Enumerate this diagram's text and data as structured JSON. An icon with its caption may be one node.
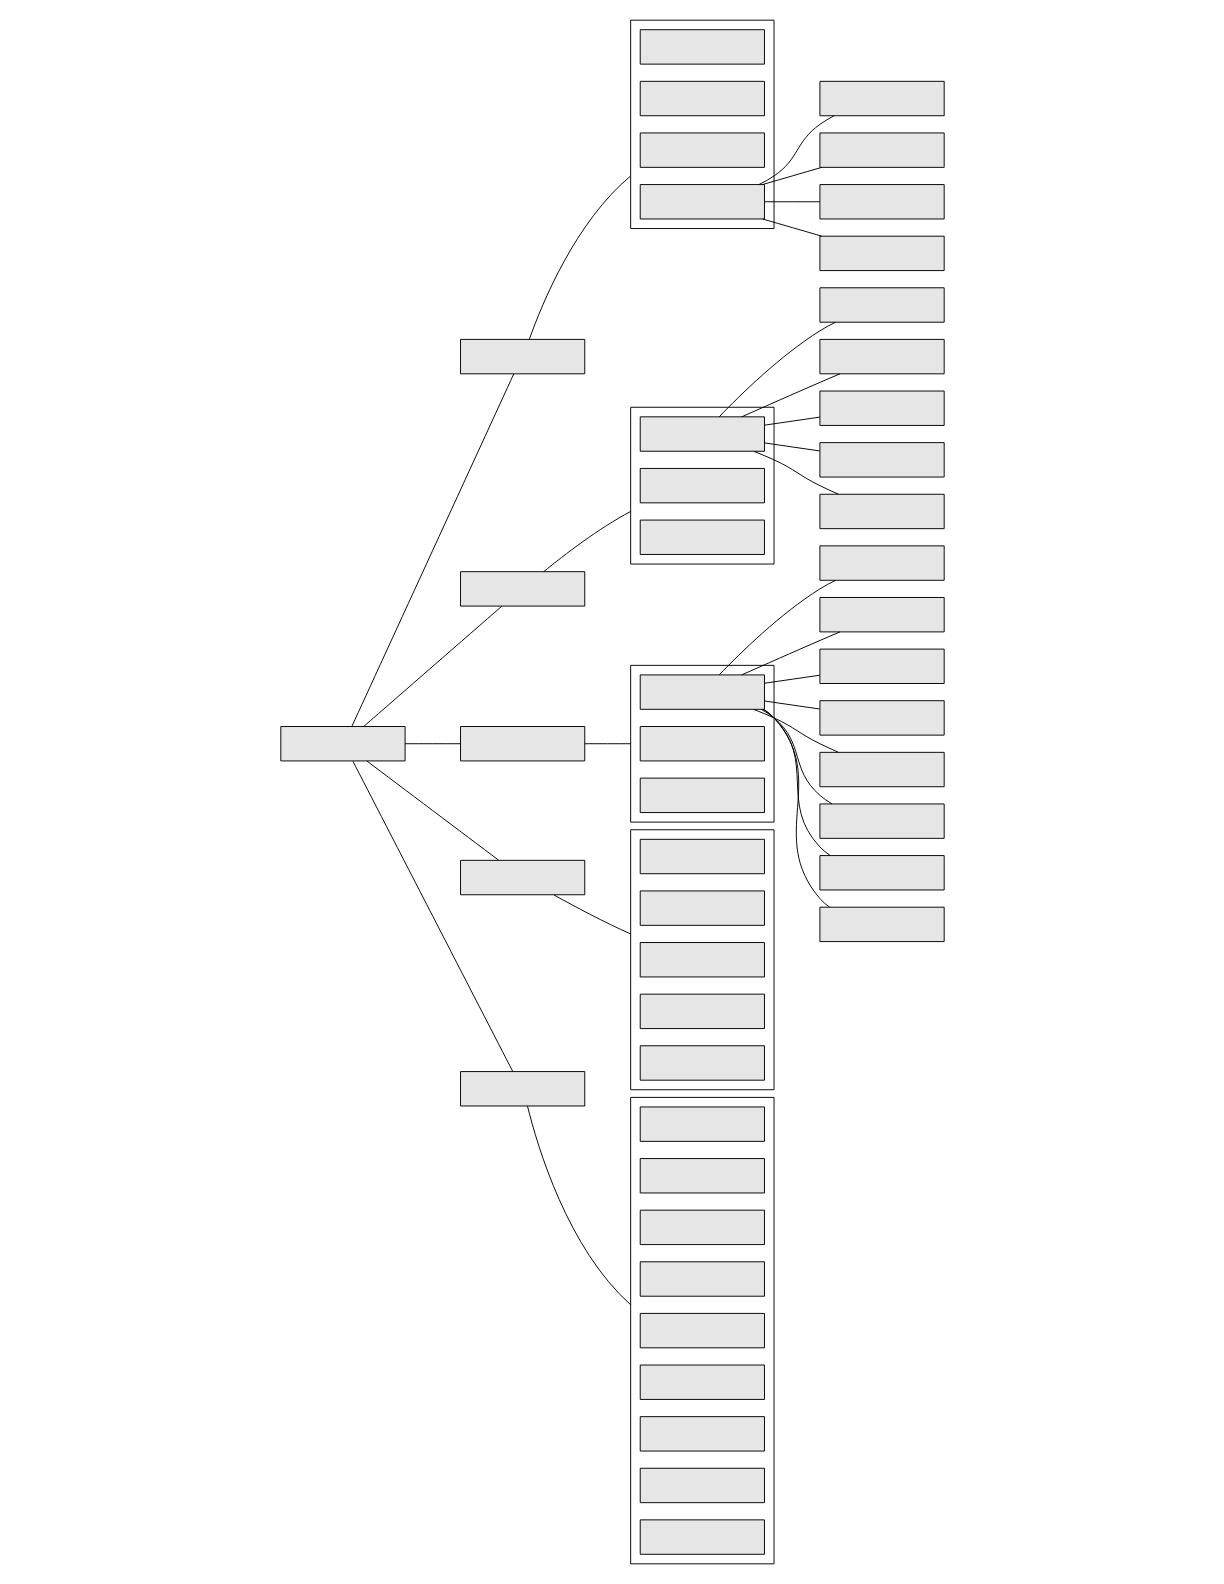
{
  "diagram": {
    "nodes": [
      {
        "text": [],
        "shape": "box"
      },
      {
        "text": [],
        "shape": "box"
      },
      {
        "text": [],
        "shape": "box"
      },
      {
        "text": [],
        "shape": "box",
        "in": 2
      },
      {
        "text": [],
        "shape": "box",
        "in": 2
      },
      {
        "text": [],
        "shape": "box",
        "in": 2
      },
      {
        "text": [],
        "shape": "box",
        "in": 2
      },
      {
        "text": [],
        "shape": "box"
      },
      {
        "text": [],
        "shape": "box"
      },
      {
        "text": [],
        "shape": "box"
      },
      {
        "text": [],
        "shape": "box"
      },
      {
        "text": [],
        "shape": "box"
      },
      {
        "text": [],
        "shape": "box"
      },
      {
        "text": [],
        "shape": "box",
        "in": 12
      },
      {
        "text": [],
        "shape": "box",
        "in": 12
      },
      {
        "text": [],
        "shape": "box",
        "in": 12
      },
      {
        "text": [],
        "shape": "box"
      },
      {
        "text": [],
        "shape": "box"
      },
      {
        "text": [],
        "shape": "box"
      },
      {
        "text": [],
        "shape": "box"
      },
      {
        "text": [],
        "shape": "box"
      },
      {
        "text": [],
        "shape": "box"
      },
      {
        "text": [],
        "shape": "box"
      },
      {
        "text": [],
        "shape": "box",
        "in": 22
      },
      {
        "text": [],
        "shape": "box",
        "in": 22
      },
      {
        "text": [],
        "shape": "box",
        "in": 22
      },
      {
        "text": [],
        "shape": "box"
      },
      {
        "text": [],
        "shape": "box"
      },
      {
        "text": [],
        "shape": "box"
      },
      {
        "text": [],
        "shape": "box"
      },
      {
        "text": [],
        "shape": "box"
      },
      {
        "text": [],
        "shape": "box"
      },
      {
        "text": [],
        "shape": "box"
      },
      {
        "text": [],
        "shape": "box"
      },
      {
        "text": [],
        "shape": "box"
      },
      {
        "text": [],
        "shape": "box"
      },
      {
        "text": [],
        "shape": "box",
        "in": 35
      },
      {
        "text": [],
        "shape": "box",
        "in": 35
      },
      {
        "text": [],
        "shape": "box",
        "in": 35
      },
      {
        "text": [],
        "shape": "box",
        "in": 35
      },
      {
        "text": [],
        "shape": "box",
        "in": 35
      },
      {
        "text": [],
        "shape": "box"
      },
      {
        "text": [],
        "shape": "box"
      },
      {
        "text": [],
        "shape": "box",
        "in": 42
      },
      {
        "text": [],
        "shape": "box",
        "in": 42
      },
      {
        "text": [],
        "shape": "box",
        "in": 42
      },
      {
        "text": [],
        "shape": "box",
        "in": 42
      },
      {
        "text": [],
        "shape": "box",
        "in": 42
      },
      {
        "text": [],
        "shape": "box",
        "in": 42
      },
      {
        "text": [],
        "shape": "box",
        "in": 42
      },
      {
        "text": [],
        "shape": "box",
        "in": 42
      },
      {
        "text": [],
        "shape": "box",
        "in": 42
      }
    ],
    "edges": [
      {
        "from": 0,
        "to": 1,
        "arrow": "none"
      },
      {
        "from": 0,
        "to": 11,
        "arrow": "none"
      },
      {
        "from": 0,
        "to": 21,
        "arrow": "none"
      },
      {
        "from": 0,
        "to": 34,
        "arrow": "none"
      },
      {
        "from": 0,
        "to": 41,
        "arrow": "none"
      },
      {
        "from": 1,
        "to": 2,
        "arrow": "none"
      },
      {
        "from": 6,
        "to": 7,
        "arrow": "none"
      },
      {
        "from": 6,
        "to": 8,
        "arrow": "none"
      },
      {
        "from": 6,
        "to": 9,
        "arrow": "none"
      },
      {
        "from": 6,
        "to": 10,
        "arrow": "none"
      },
      {
        "from": 11,
        "to": 12,
        "arrow": "none"
      },
      {
        "from": 13,
        "to": 16,
        "arrow": "none"
      },
      {
        "from": 13,
        "to": 17,
        "arrow": "none"
      },
      {
        "from": 13,
        "to": 18,
        "arrow": "none"
      },
      {
        "from": 13,
        "to": 19,
        "arrow": "none"
      },
      {
        "from": 13,
        "to": 20,
        "arrow": "none"
      },
      {
        "from": 21,
        "to": 22,
        "arrow": "none"
      },
      {
        "from": 23,
        "to": 26,
        "arrow": "none"
      },
      {
        "from": 23,
        "to": 27,
        "arrow": "none"
      },
      {
        "from": 23,
        "to": 28,
        "arrow": "none"
      },
      {
        "from": 23,
        "to": 29,
        "arrow": "none"
      },
      {
        "from": 23,
        "to": 30,
        "arrow": "none"
      },
      {
        "from": 23,
        "to": 31,
        "arrow": "none"
      },
      {
        "from": 23,
        "to": 32,
        "arrow": "none"
      },
      {
        "from": 23,
        "to": 33,
        "arrow": "none"
      },
      {
        "from": 34,
        "to": 35,
        "arrow": "none"
      },
      {
        "from": 41,
        "to": 42,
        "arrow": "none"
      }
    ]
  }
}
